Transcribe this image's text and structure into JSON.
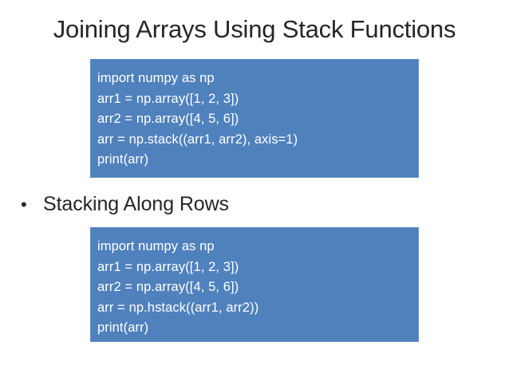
{
  "slide": {
    "title": "Joining Arrays Using Stack Functions",
    "background_color": "#FFFFFF",
    "title_color": "#262626"
  },
  "theme": {
    "code_box_fill": "#4F81BD",
    "code_box_border": "#5F8FC8",
    "code_text_color": "#FFFFFF"
  },
  "code_block_1": {
    "lines": [
      "import numpy as np",
      "arr1 = np.array([1, 2, 3])",
      "arr2 = np.array([4, 5, 6])",
      "arr = np.stack((arr1, arr2), axis=1)",
      "print(arr)"
    ]
  },
  "bullet": {
    "marker": "•",
    "text": "Stacking Along Rows"
  },
  "code_block_2": {
    "lines": [
      "import numpy as np",
      "arr1 = np.array([1, 2, 3])",
      "arr2 = np.array([4, 5, 6])",
      "arr = np.hstack((arr1, arr2))",
      "print(arr)"
    ]
  }
}
